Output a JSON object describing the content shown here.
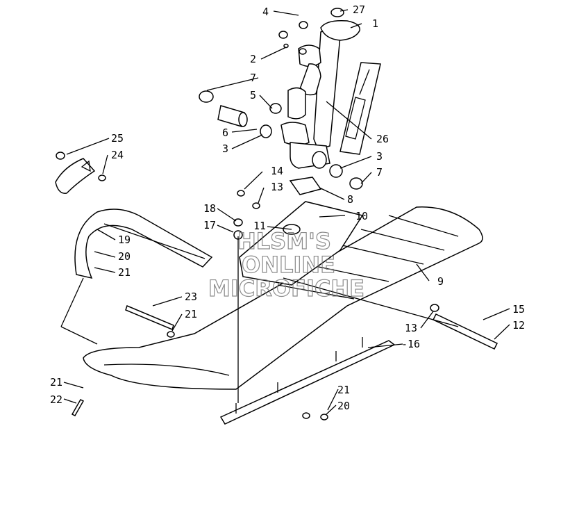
{
  "diagram": {
    "callouts": {
      "c1": "1",
      "c2": "2",
      "c3a": "3",
      "c3b": "3",
      "c4": "4",
      "c5": "5",
      "c6": "6",
      "c7a": "7",
      "c7b": "7",
      "c8": "8",
      "c9": "9",
      "c10": "10",
      "c11": "11",
      "c12": "12",
      "c13a": "13",
      "c13b": "13",
      "c14": "14",
      "c15": "15",
      "c16": "-16",
      "c17": "17",
      "c18": "18",
      "c19": "19",
      "c20a": "20",
      "c20b": "20",
      "c21a": "21",
      "c21b": "21",
      "c21c": "21",
      "c21d": "21",
      "c22": "22",
      "c23": "23",
      "c24": "24",
      "c25": "25",
      "c26": "26",
      "c27": "27"
    },
    "watermark": {
      "line1": "HLSM'S",
      "line2": "ONLINE",
      "line3": "MICROFICHE"
    }
  }
}
